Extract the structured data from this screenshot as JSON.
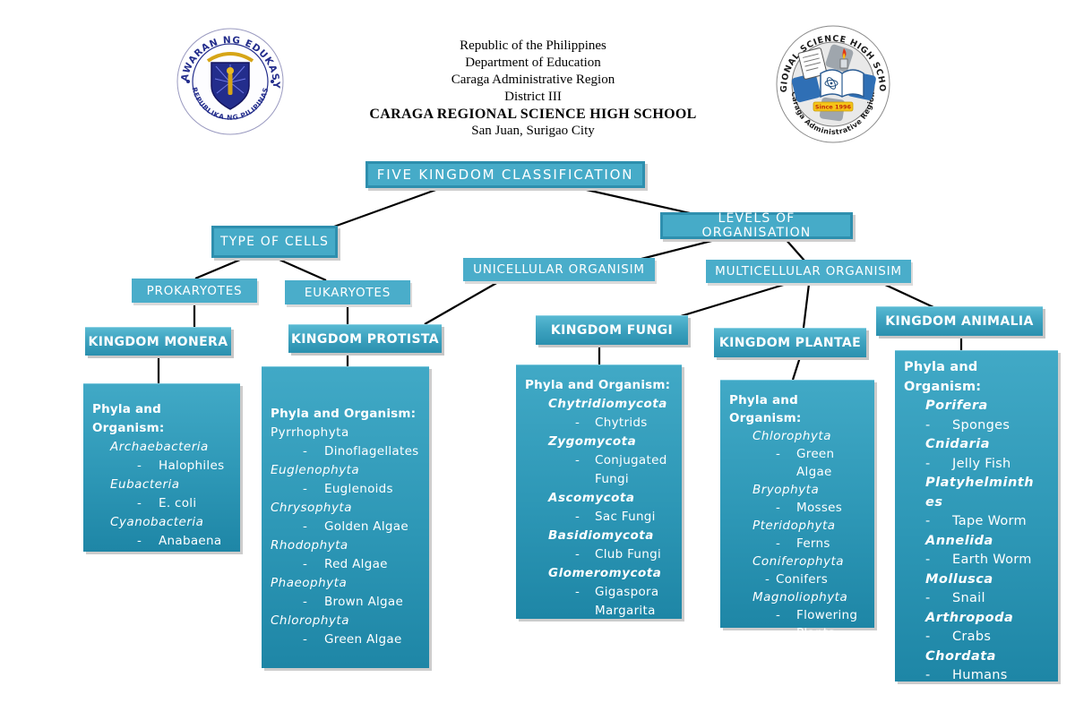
{
  "header": {
    "line1": "Republic of the Philippines",
    "line2": "Department of Education",
    "line3": "Caraga Administrative Region",
    "line4": "District III",
    "school": "CARAGA REGIONAL SCIENCE HIGH SCHOOL",
    "location": "San Juan, Surigao City"
  },
  "logos": {
    "deped": {
      "top_text": "KAGAWARAN NG EDUKASYON",
      "bottom_text": "REPUBLIKA NG PILIPINAS"
    },
    "rshs": {
      "top_text": "REGIONAL SCIENCE HIGH SCHOOL",
      "bottom_text": "Caraga Administrative Region",
      "since": "Since 1996"
    }
  },
  "diagram": {
    "dash": "-",
    "root": "FIVE KINGDOM CLASSIFICATION",
    "type_of_cells": "TYPE OF CELLS",
    "levels_of_organisation": "LEVELS OF ORGANISATION",
    "prokaryotes": "PROKARYOTES",
    "eukaryotes": "EUKARYOTES",
    "unicellular": "UNICELLULAR ORGANISIM",
    "multicellular": "MULTICELLULAR ORGANISIM",
    "kingdoms": [
      {
        "title": "KINGDOM MONERA",
        "list_title": "Phyla and Organism:",
        "entries": [
          {
            "phylum": "Archaebacteria",
            "organism": "Halophiles"
          },
          {
            "phylum": "Eubacteria",
            "organism": "E. coli"
          },
          {
            "phylum": "Cyanobacteria",
            "organism": "Anabaena"
          }
        ]
      },
      {
        "title": "KINGDOM PROTISTA",
        "list_title": "Phyla and Organism:",
        "entries": [
          {
            "phylum": "Pyrrhophyta",
            "organism": "Dinoflagellates"
          },
          {
            "phylum": "Euglenophyta",
            "organism": "Euglenoids"
          },
          {
            "phylum": "Chrysophyta",
            "organism": "Golden Algae"
          },
          {
            "phylum": "Rhodophyta",
            "organism": "Red Algae"
          },
          {
            "phylum": "Phaeophyta",
            "organism": "Brown Algae"
          },
          {
            "phylum": "Chlorophyta",
            "organism": "Green Algae"
          }
        ]
      },
      {
        "title": "KINGDOM FUNGI",
        "list_title": "Phyla and Organism:",
        "entries": [
          {
            "phylum": "Chytridiomycota",
            "organism": "Chytrids"
          },
          {
            "phylum": "Zygomycota",
            "organism": "Conjugated Fungi"
          },
          {
            "phylum": "Ascomycota",
            "organism": "Sac Fungi"
          },
          {
            "phylum": "Basidiomycota",
            "organism": "Club Fungi"
          },
          {
            "phylum": "Glomeromycota",
            "organism": "Gigaspora Margarita"
          }
        ]
      },
      {
        "title": "KINGDOM PLANTAE",
        "list_title": "Phyla and Organism:",
        "entries": [
          {
            "phylum": "Chlorophyta",
            "organism": "Green Algae"
          },
          {
            "phylum": "Bryophyta",
            "organism": "Mosses"
          },
          {
            "phylum": "Pteridophyta",
            "organism": "Ferns"
          },
          {
            "phylum": "Coniferophyta",
            "organism": "Conifers"
          },
          {
            "phylum": "Magnoliophyta",
            "organism": "Flowering Plants"
          }
        ]
      },
      {
        "title": "KINGDOM ANIMALIA",
        "list_title": "Phyla and Organism:",
        "entries": [
          {
            "phylum": "Porifera",
            "organism": "Sponges"
          },
          {
            "phylum": "Cnidaria",
            "organism": "Jelly Fish"
          },
          {
            "phylum": "Platyhelminthes",
            "organism": "Tape Worm"
          },
          {
            "phylum": "Annelida",
            "organism": "Earth Worm"
          },
          {
            "phylum": "Mollusca",
            "organism": "Snail"
          },
          {
            "phylum": "Arthropoda",
            "organism": "Crabs"
          },
          {
            "phylum": "Chordata",
            "organism": "Humans"
          }
        ]
      }
    ]
  },
  "colors": {
    "box_fill": "#4aadca",
    "box_border": "#2e8fae",
    "detail_top": "#41a9c6",
    "detail_bottom": "#1e86a6",
    "connector": "#000000",
    "deped_navy": "#232d8c",
    "gold": "#d6a516"
  }
}
